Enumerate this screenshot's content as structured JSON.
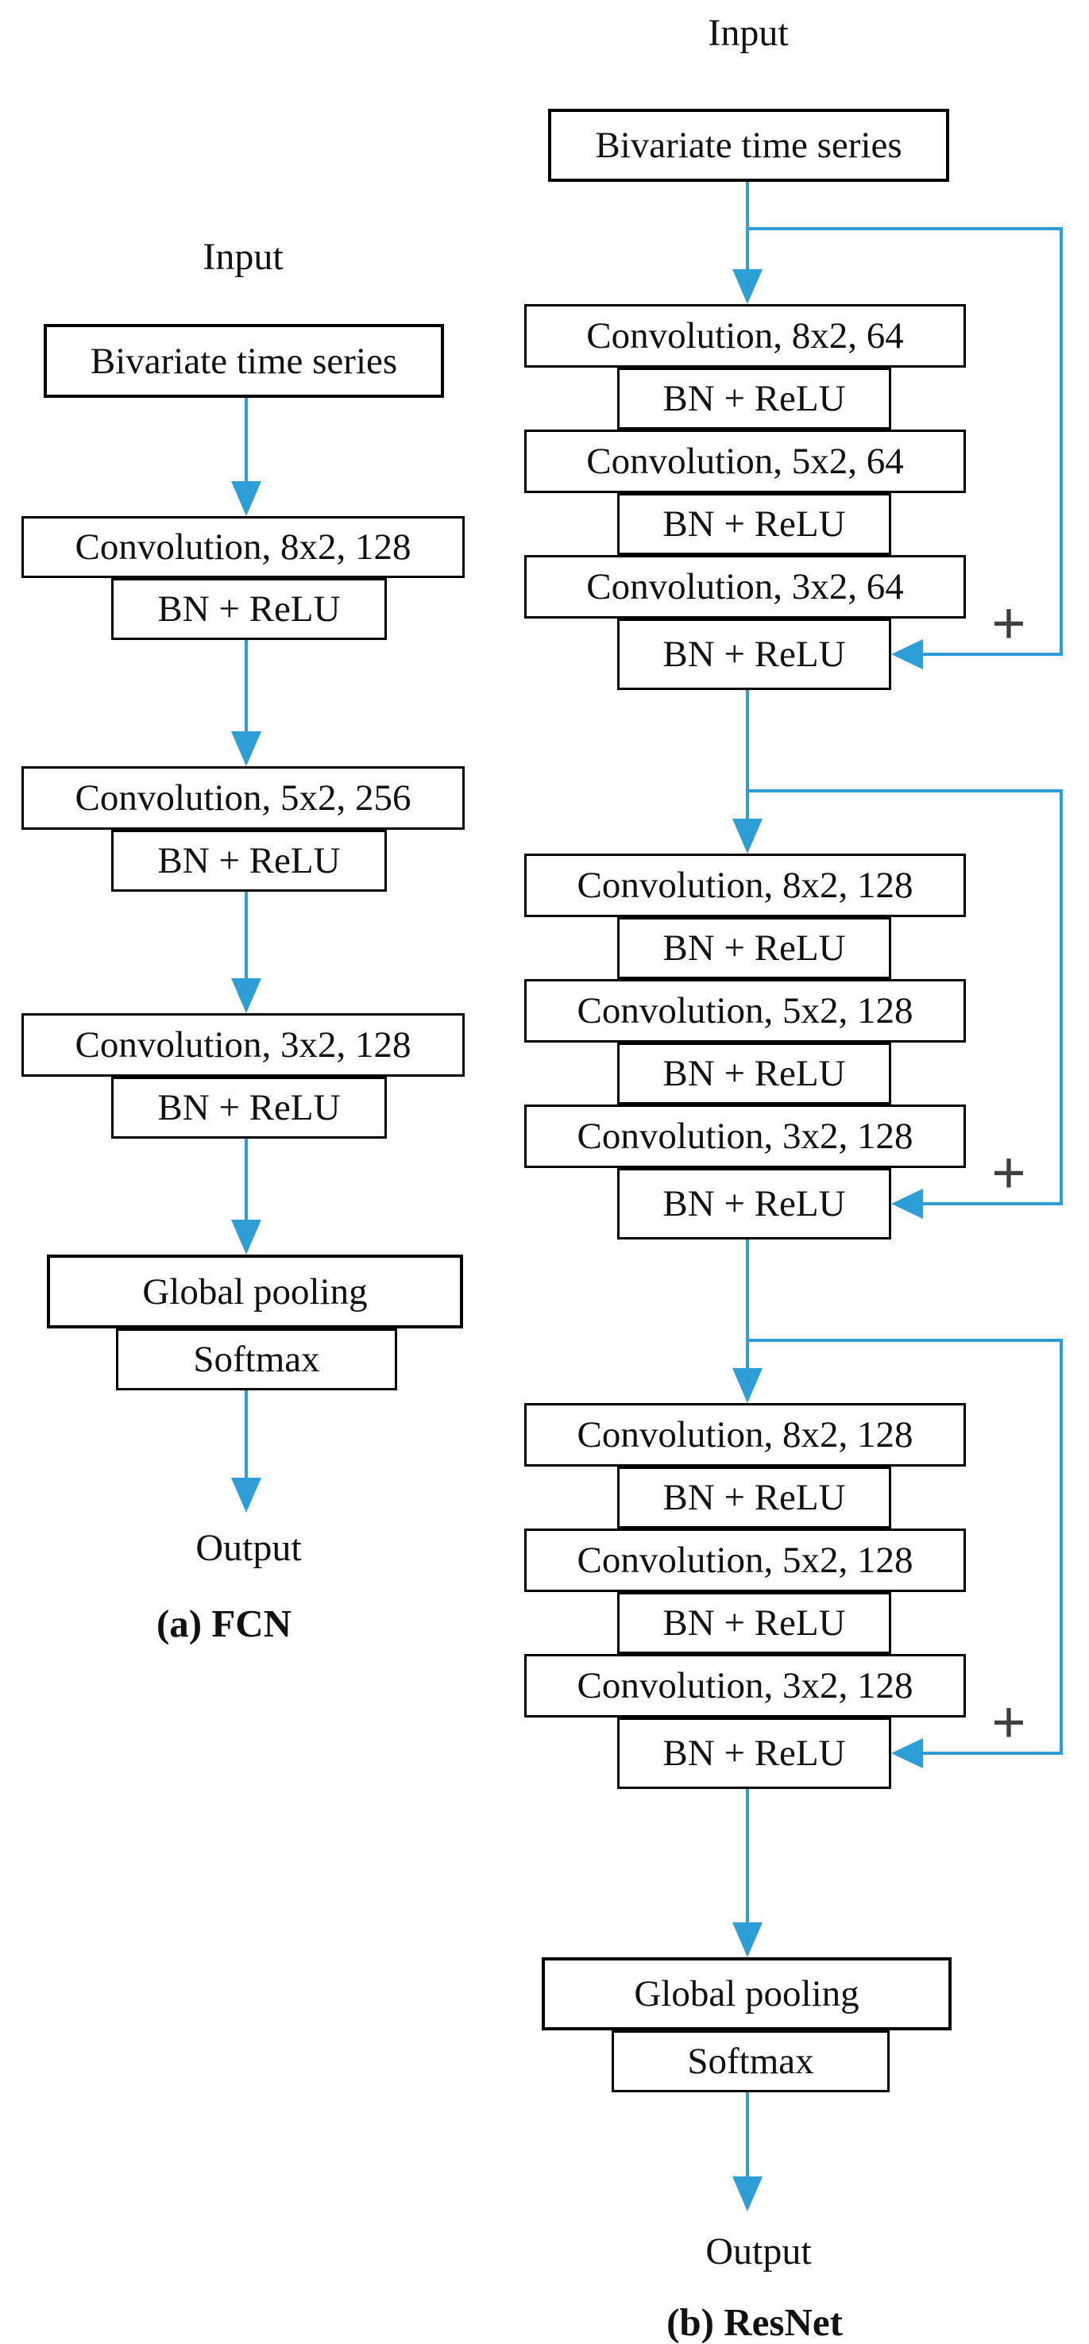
{
  "colors": {
    "connector_blue": "#2d9fd6",
    "box_border": "#000000",
    "text": "#111111",
    "plus_gray": "#3f3f3f",
    "background": "#ffffff"
  },
  "fcn": {
    "input_label": "Input",
    "source_label": "Bivariate time series",
    "layers": [
      "Convolution, 8x2, 128",
      "BN + ReLU",
      "Convolution, 5x2, 256",
      "BN + ReLU",
      "Convolution, 3x2, 128",
      "BN + ReLU"
    ],
    "pooling_label": "Global pooling",
    "softmax_label": "Softmax",
    "output_label": "Output",
    "caption": "(a) FCN"
  },
  "resnet": {
    "input_label": "Input",
    "source_label": "Bivariate time series",
    "blocks": [
      {
        "plus": "+",
        "layers": [
          "Convolution, 8x2, 64",
          "BN + ReLU",
          "Convolution, 5x2, 64",
          "BN + ReLU",
          "Convolution, 3x2, 64",
          "BN + ReLU"
        ]
      },
      {
        "plus": "+",
        "layers": [
          "Convolution, 8x2, 128",
          "BN + ReLU",
          "Convolution, 5x2, 128",
          "BN + ReLU",
          "Convolution, 3x2, 128",
          "BN + ReLU"
        ]
      },
      {
        "plus": "+",
        "layers": [
          "Convolution, 8x2, 128",
          "BN + ReLU",
          "Convolution, 5x2, 128",
          "BN + ReLU",
          "Convolution, 3x2, 128",
          "BN + ReLU"
        ]
      }
    ],
    "pooling_label": "Global pooling",
    "softmax_label": "Softmax",
    "output_label": "Output",
    "caption": "(b) ResNet"
  }
}
